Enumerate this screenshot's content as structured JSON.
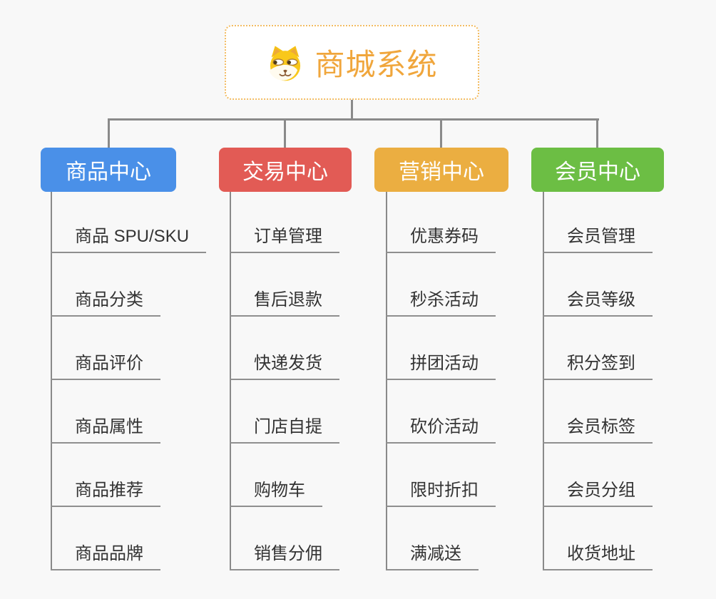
{
  "root": {
    "title": "商城系统",
    "icon": "doge-icon",
    "accent_color": "#f0a63c",
    "border_color": "#f3bc62"
  },
  "connector_color": "#8a8a8a",
  "background_color": "#f8f8f8",
  "branches": [
    {
      "label": "商品中心",
      "color": "#4a90e8",
      "children": [
        "商品 SPU/SKU",
        "商品分类",
        "商品评价",
        "商品属性",
        "商品推荐",
        "商品品牌"
      ]
    },
    {
      "label": "交易中心",
      "color": "#e25b55",
      "children": [
        "订单管理",
        "售后退款",
        "快递发货",
        "门店自提",
        "购物车",
        "销售分佣"
      ]
    },
    {
      "label": "营销中心",
      "color": "#ebae41",
      "children": [
        "优惠券码",
        "秒杀活动",
        "拼团活动",
        "砍价活动",
        "限时折扣",
        "满减送"
      ]
    },
    {
      "label": "会员中心",
      "color": "#6cbe44",
      "children": [
        "会员管理",
        "会员等级",
        "积分签到",
        "会员标签",
        "会员分组",
        "收货地址"
      ]
    }
  ]
}
